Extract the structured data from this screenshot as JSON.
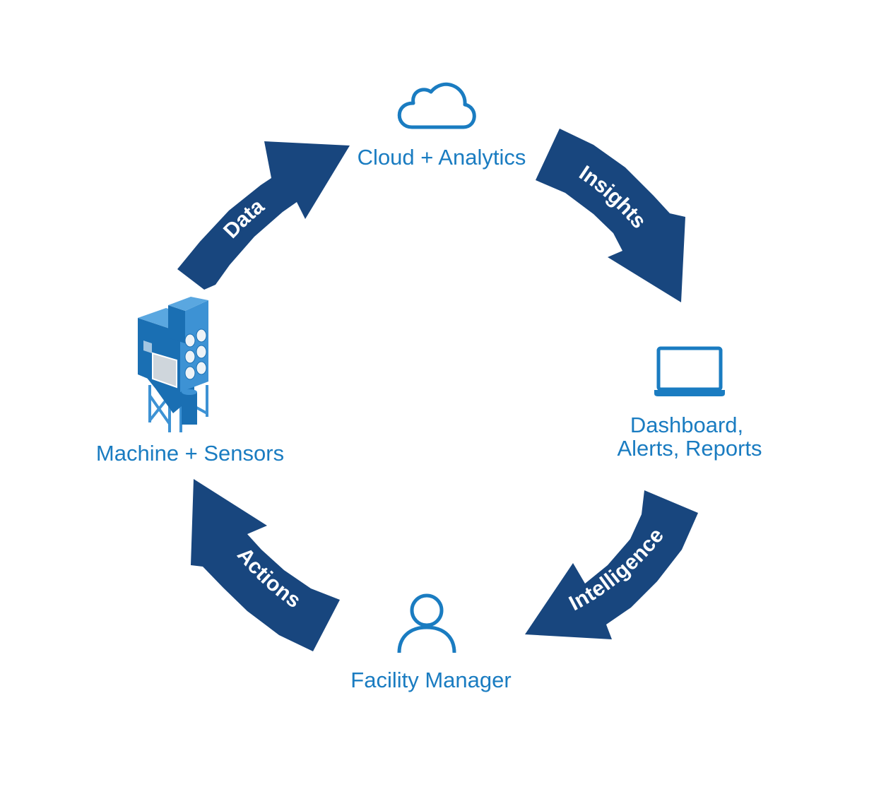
{
  "diagram": {
    "colors": {
      "arrow": "#18467e",
      "node_text": "#1a7cc1",
      "arrow_text": "#ffffff",
      "machine_dark": "#1a6fb3",
      "machine_light": "#3d92d4"
    },
    "nodes": [
      {
        "id": "cloud",
        "label": "Cloud + Analytics",
        "icon": "cloud-icon"
      },
      {
        "id": "dashboard",
        "label_lines": [
          "Dashboard,",
          "Alerts, Reports"
        ],
        "icon": "laptop-icon"
      },
      {
        "id": "manager",
        "label": "Facility Manager",
        "icon": "person-icon"
      },
      {
        "id": "machine",
        "label": "Machine + Sensors",
        "icon": "dust-collector-icon"
      }
    ],
    "arrows": [
      {
        "id": "data",
        "label": "Data",
        "from": "machine",
        "to": "cloud"
      },
      {
        "id": "insights",
        "label": "Insights",
        "from": "cloud",
        "to": "dashboard"
      },
      {
        "id": "intelligence",
        "label": "Intelligence",
        "from": "dashboard",
        "to": "manager"
      },
      {
        "id": "actions",
        "label": "Actions",
        "from": "manager",
        "to": "machine"
      }
    ]
  }
}
